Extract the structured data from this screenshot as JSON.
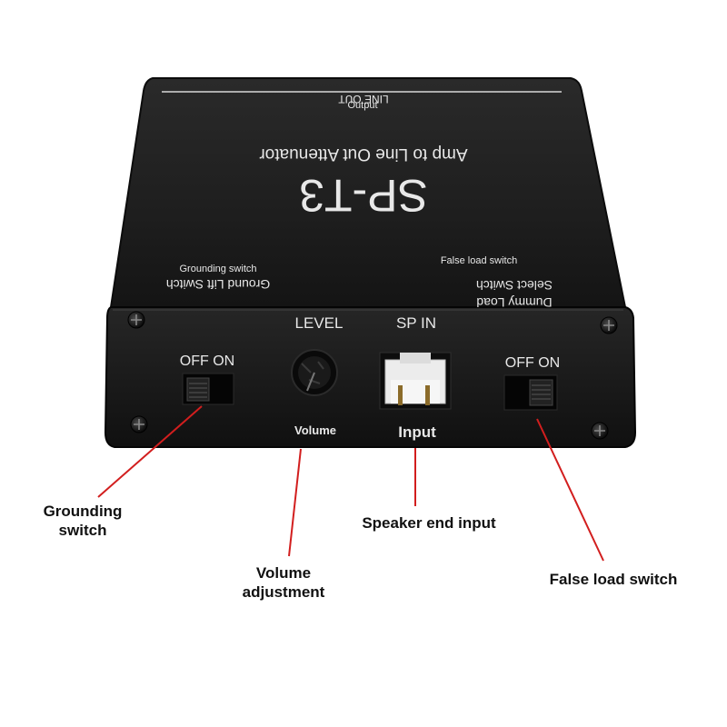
{
  "device": {
    "top_panel": {
      "line_out": "LINE OUT",
      "output": "Output",
      "subtitle": "Amp to Line Out Attenuator",
      "model": "SP-T3",
      "ground_lift_label": "Ground Lift Switch",
      "ground_lift_note": "Grounding switch",
      "dummy_load_label_1": "Dummy Load",
      "dummy_load_label_2": "Select Switch",
      "dummy_load_note": "False load switch"
    },
    "front_panel": {
      "left_switch_label": "OFF ON",
      "level_label": "LEVEL",
      "volume_note": "Volume",
      "sp_in_label": "SP IN",
      "input_note": "Input",
      "right_switch_label": "OFF ON"
    }
  },
  "callouts": {
    "grounding_switch_line1": "Grounding",
    "grounding_switch_line2": "switch",
    "volume_line1": "Volume",
    "volume_line2": "adjustment",
    "speaker_input": "Speaker end input",
    "false_load": "False load switch"
  },
  "colors": {
    "body": "#1c1c1c",
    "callout_line": "#d21e1e",
    "printed_text": "#e8e8e8"
  }
}
